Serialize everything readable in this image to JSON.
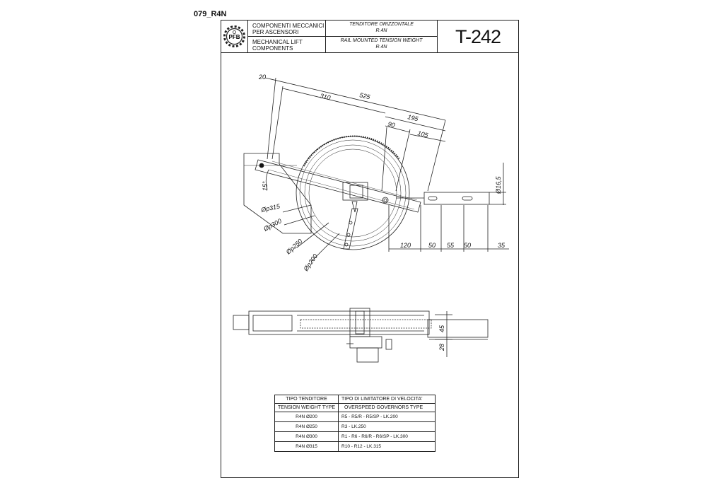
{
  "document_id": "079_R4N",
  "title_block": {
    "logo_text": "PFB",
    "company_it_line1": "COMPONENTI MECCANICI",
    "company_it_line2": "PER ASCENSORI",
    "company_en_line1": "MECHANICAL LIFT",
    "company_en_line2": "COMPONENTS",
    "desc_it_line1": "TENDITORE ORIZZONTALE",
    "desc_it_line2": "R.4N",
    "desc_en_line1": "RAIL MOUNTED TENSION WEIGHT",
    "desc_en_line2": "R.4N",
    "code": "T-242"
  },
  "dimensions": {
    "d20": "20",
    "d310": "310",
    "d525": "525",
    "d195": "195",
    "d90": "90",
    "d105": "105",
    "angle15": "15°",
    "dia16_5": "Ø16,5",
    "p315": "Øp315",
    "p300": "Øp300",
    "p250": "Øp250",
    "p200": "Øp200",
    "h120": "120",
    "h50a": "50",
    "h55": "55",
    "h50b": "50",
    "h35": "35",
    "v45": "45",
    "v28": "28"
  },
  "table": {
    "header_it": [
      "TIPO TENDITORE",
      "TIPO DI LIMITATORE DI VELOCITA'"
    ],
    "header_en": [
      "TENSION WEIGHT TYPE",
      "OVERSPEED GOVERNORS TYPE"
    ],
    "rows": [
      [
        "R4N Ø200",
        "R5 - R5/R - R5/SP - LK.200"
      ],
      [
        "R4N Ø250",
        "R3 - LK.250"
      ],
      [
        "R4N Ø300",
        "R1 - R6 - R6/R - R6/SP - LK.300"
      ],
      [
        "R4N Ø315",
        "R10 - R12 - LK.315"
      ]
    ]
  }
}
